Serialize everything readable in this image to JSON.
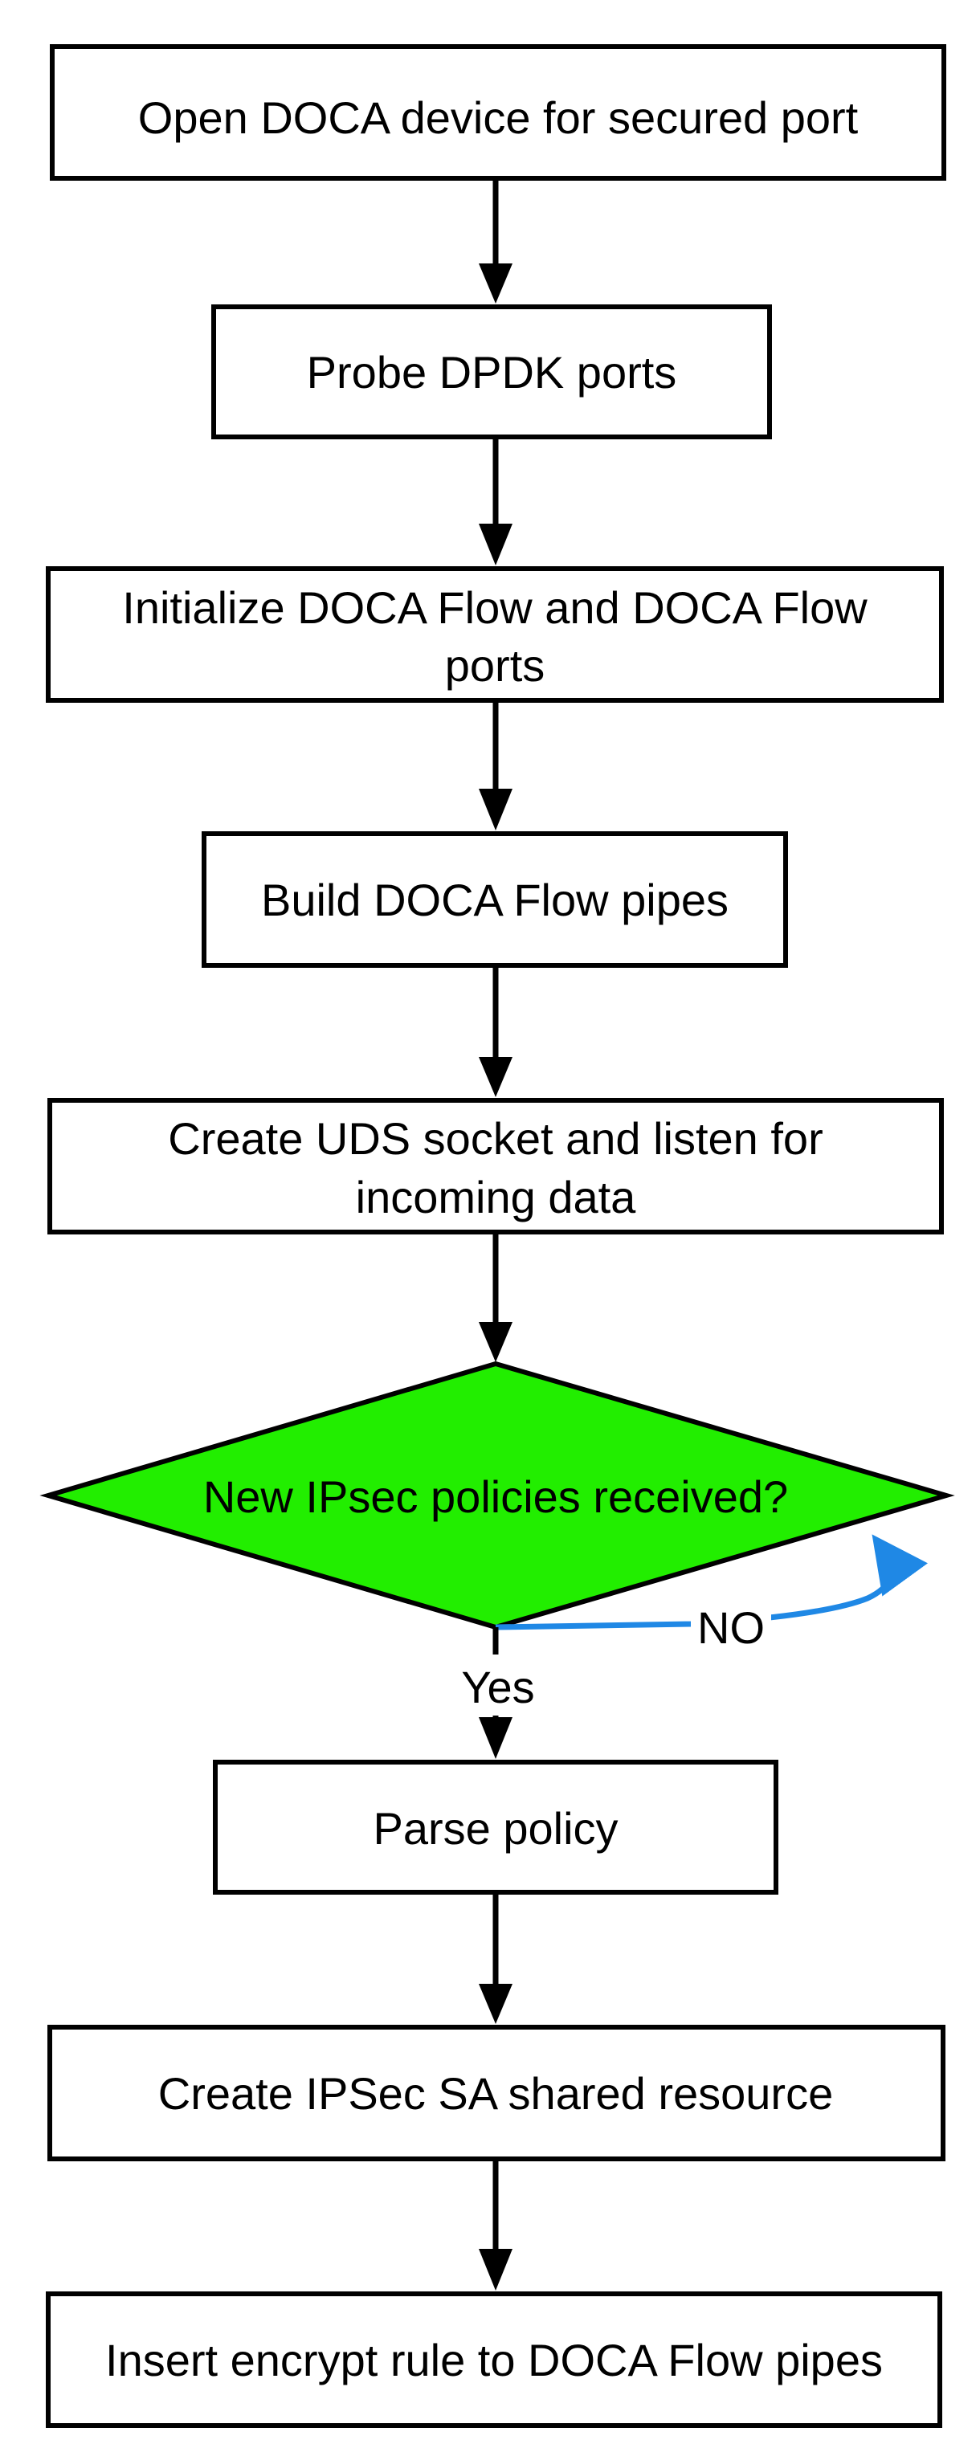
{
  "colors": {
    "decision_fill": "#22ee00",
    "loop_arrow": "#1f88e5",
    "line": "#000000",
    "box_fill": "#ffffff"
  },
  "steps": {
    "open_device": "Open DOCA device for secured port",
    "probe_ports": "Probe DPDK ports",
    "init_flow_line1": "Initialize DOCA Flow and DOCA Flow",
    "init_flow_line2": "ports",
    "build_pipes": "Build DOCA Flow pipes",
    "create_socket_line1": "Create UDS socket and listen for",
    "create_socket_line2": "incoming data",
    "parse_policy": "Parse policy",
    "create_sa": "Create IPSec SA shared resource",
    "insert_rule": "Insert encrypt rule to DOCA Flow pipes"
  },
  "decision": {
    "question": "New IPsec policies received?",
    "yes_label": "Yes",
    "no_label": "NO"
  }
}
